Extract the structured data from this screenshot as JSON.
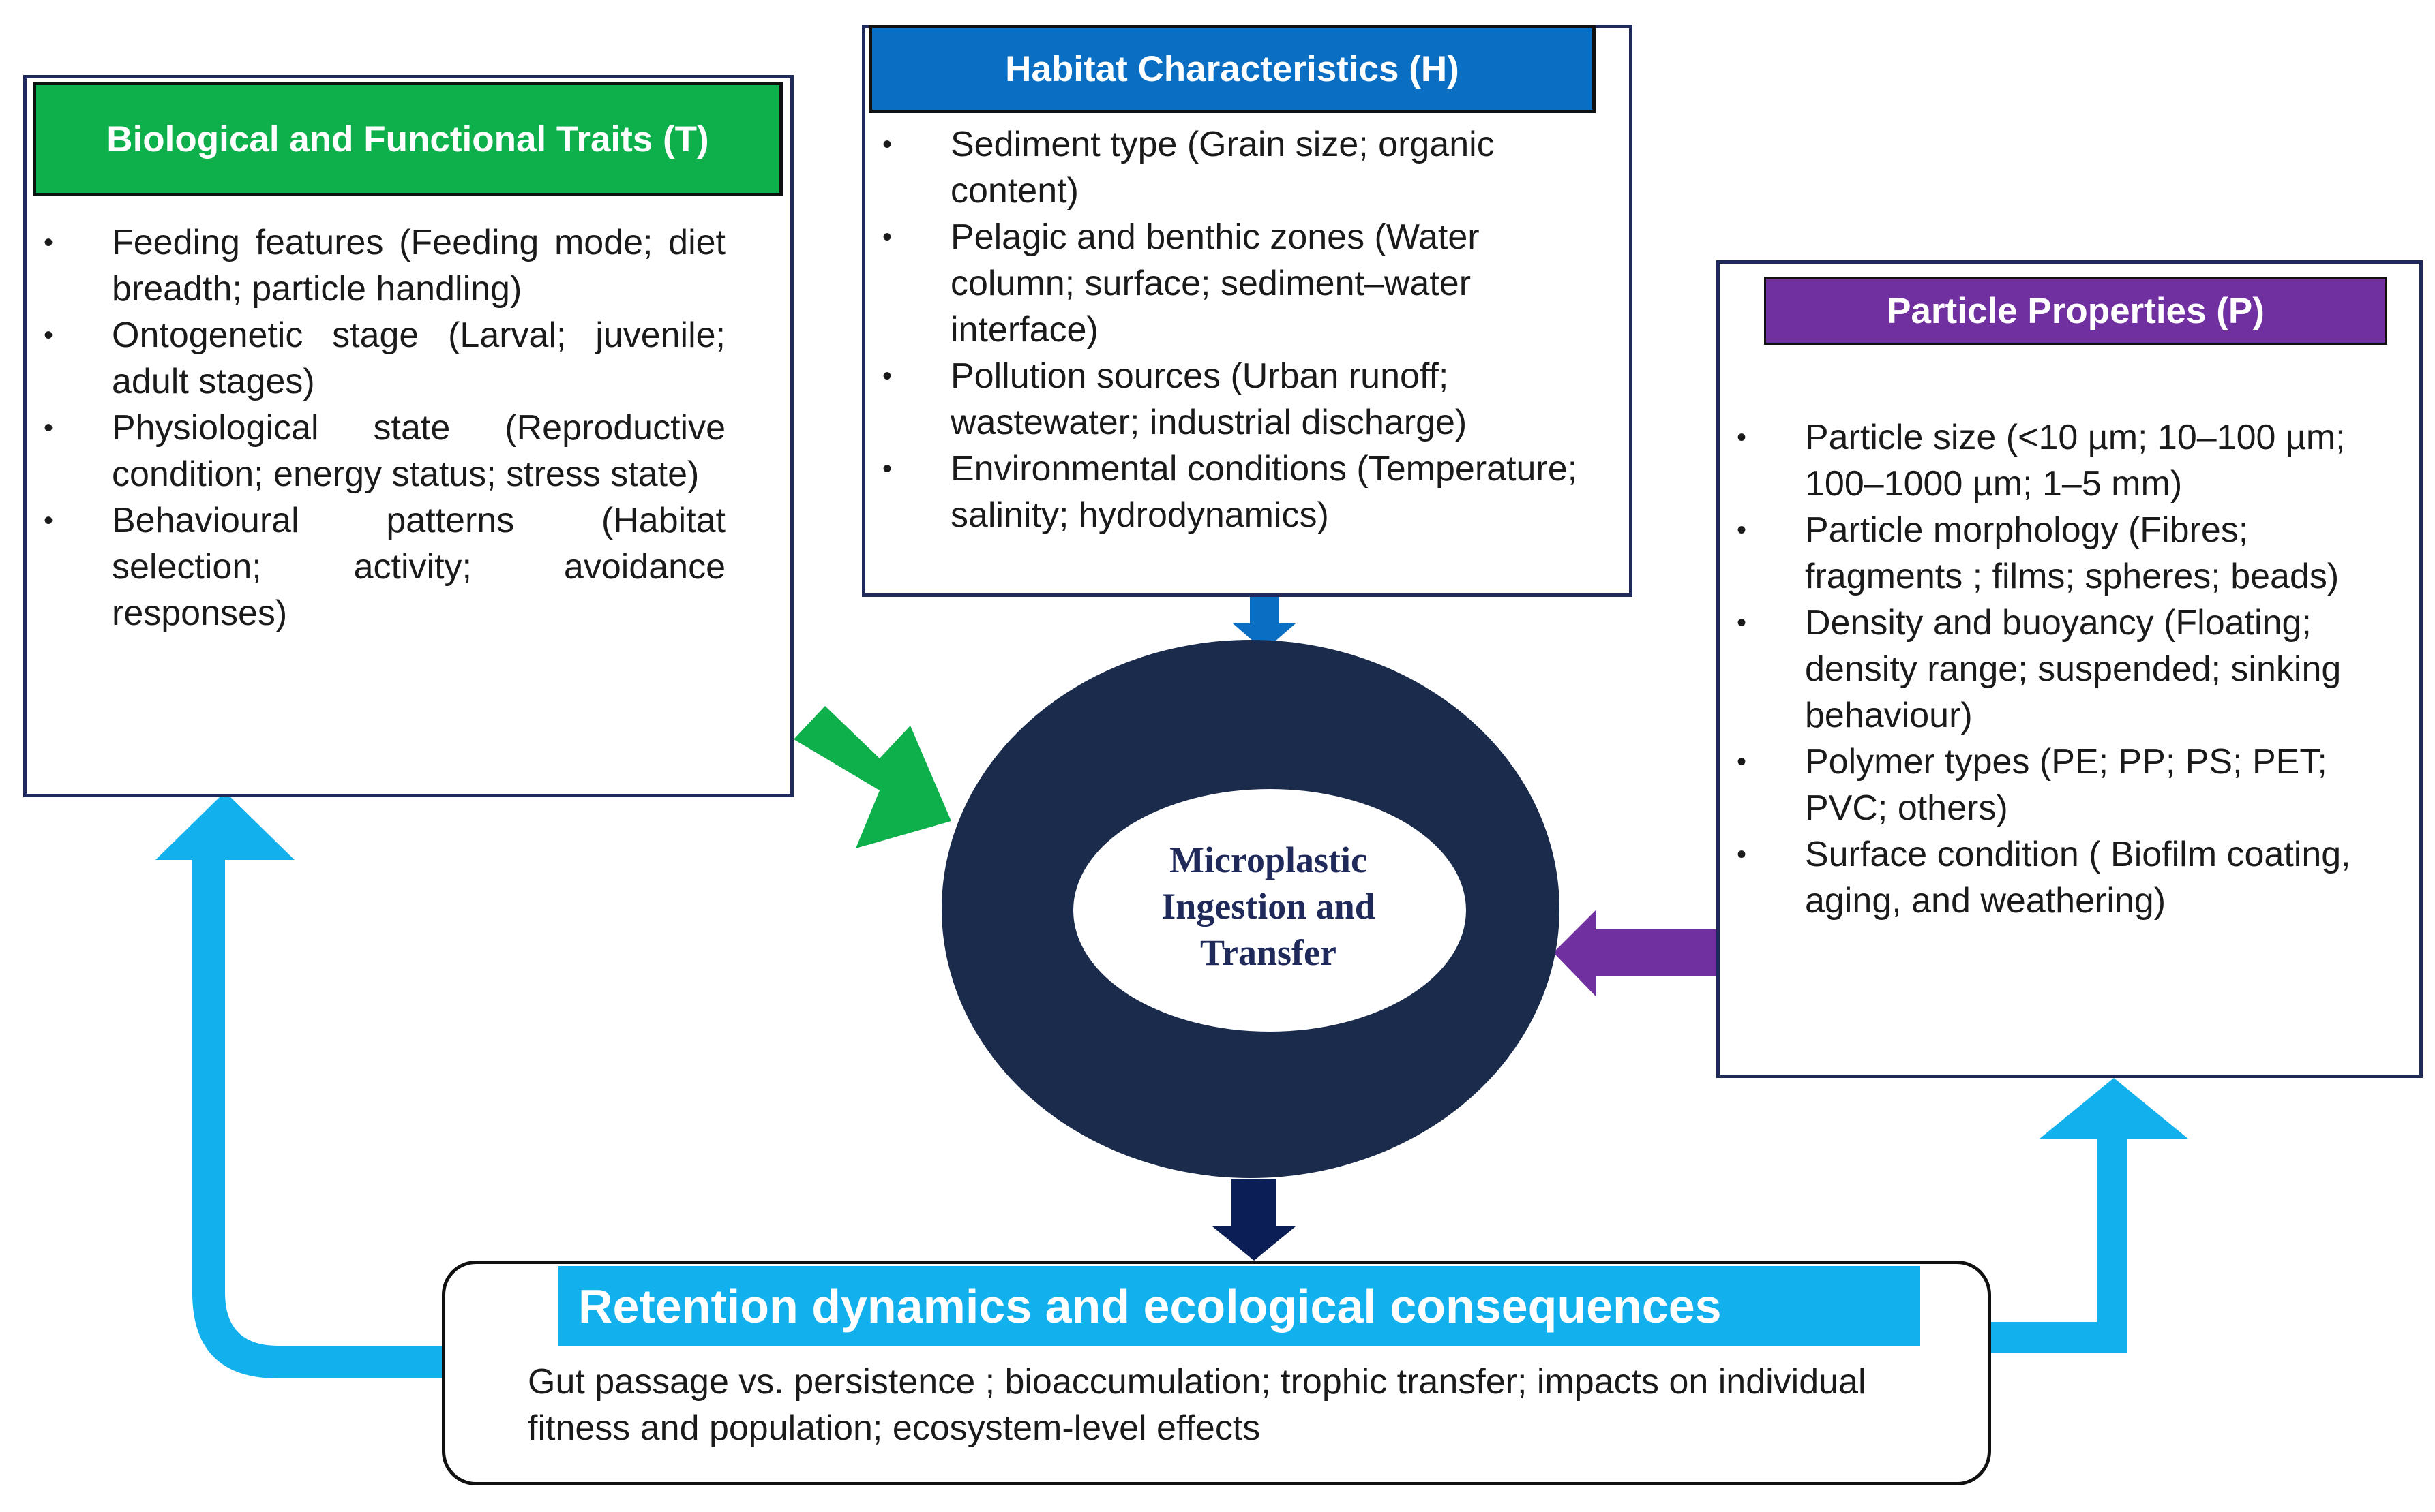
{
  "colors": {
    "traits_header": "#0db04b",
    "habitat_header": "#0a6fc2",
    "particle_header": "#7030a0",
    "retention_header": "#12b0ec",
    "ring": "#1a2b4c",
    "box_border": "#1f2a5a",
    "loop_arrow": "#12b0ec",
    "traits_arrow": "#0db04b",
    "habitat_arrow": "#0a6fc2",
    "particle_arrow": "#7030a0",
    "output_arrow": "#0b1f56"
  },
  "traits": {
    "title": "Biological and Functional Traits (T)",
    "items": [
      "Feeding features (Feeding mode; diet breadth; particle handling)",
      "Ontogenetic stage (Larval; juvenile; adult stages)",
      "Physiological state (Reproductive condition; energy status; stress state)",
      "Behavioural patterns (Habitat selection; activity; avoidance responses)"
    ]
  },
  "habitat": {
    "title": "Habitat Characteristics (H)",
    "items": [
      "Sediment type (Grain size; organic content)",
      "Pelagic and benthic zones (Water column; surface; sediment–water interface)",
      "Pollution sources (Urban runoff; wastewater; industrial discharge)",
      "Environmental conditions (Temperature; salinity; hydrodynamics)"
    ]
  },
  "particle": {
    "title": "Particle Properties (P)",
    "items": [
      "Particle size (<10 µm; 10–100 µm; 100–1000 µm; 1–5 mm)",
      "Particle morphology (Fibres; fragments ; films; spheres; beads)",
      "Density and buoyancy (Floating; density range; suspended; sinking behaviour)",
      "Polymer types (PE; PP; PS; PET; PVC; others)",
      "Surface condition ( Biofilm coating, aging, and weathering)"
    ]
  },
  "center": {
    "line1": "Microplastic",
    "line2": "Ingestion and",
    "line3": "Transfer"
  },
  "retention": {
    "title": "Retention dynamics and ecological consequences",
    "description": "Gut passage vs. persistence ; bioaccumulation; trophic transfer; impacts on individual fitness and population; ecosystem-level effects"
  }
}
